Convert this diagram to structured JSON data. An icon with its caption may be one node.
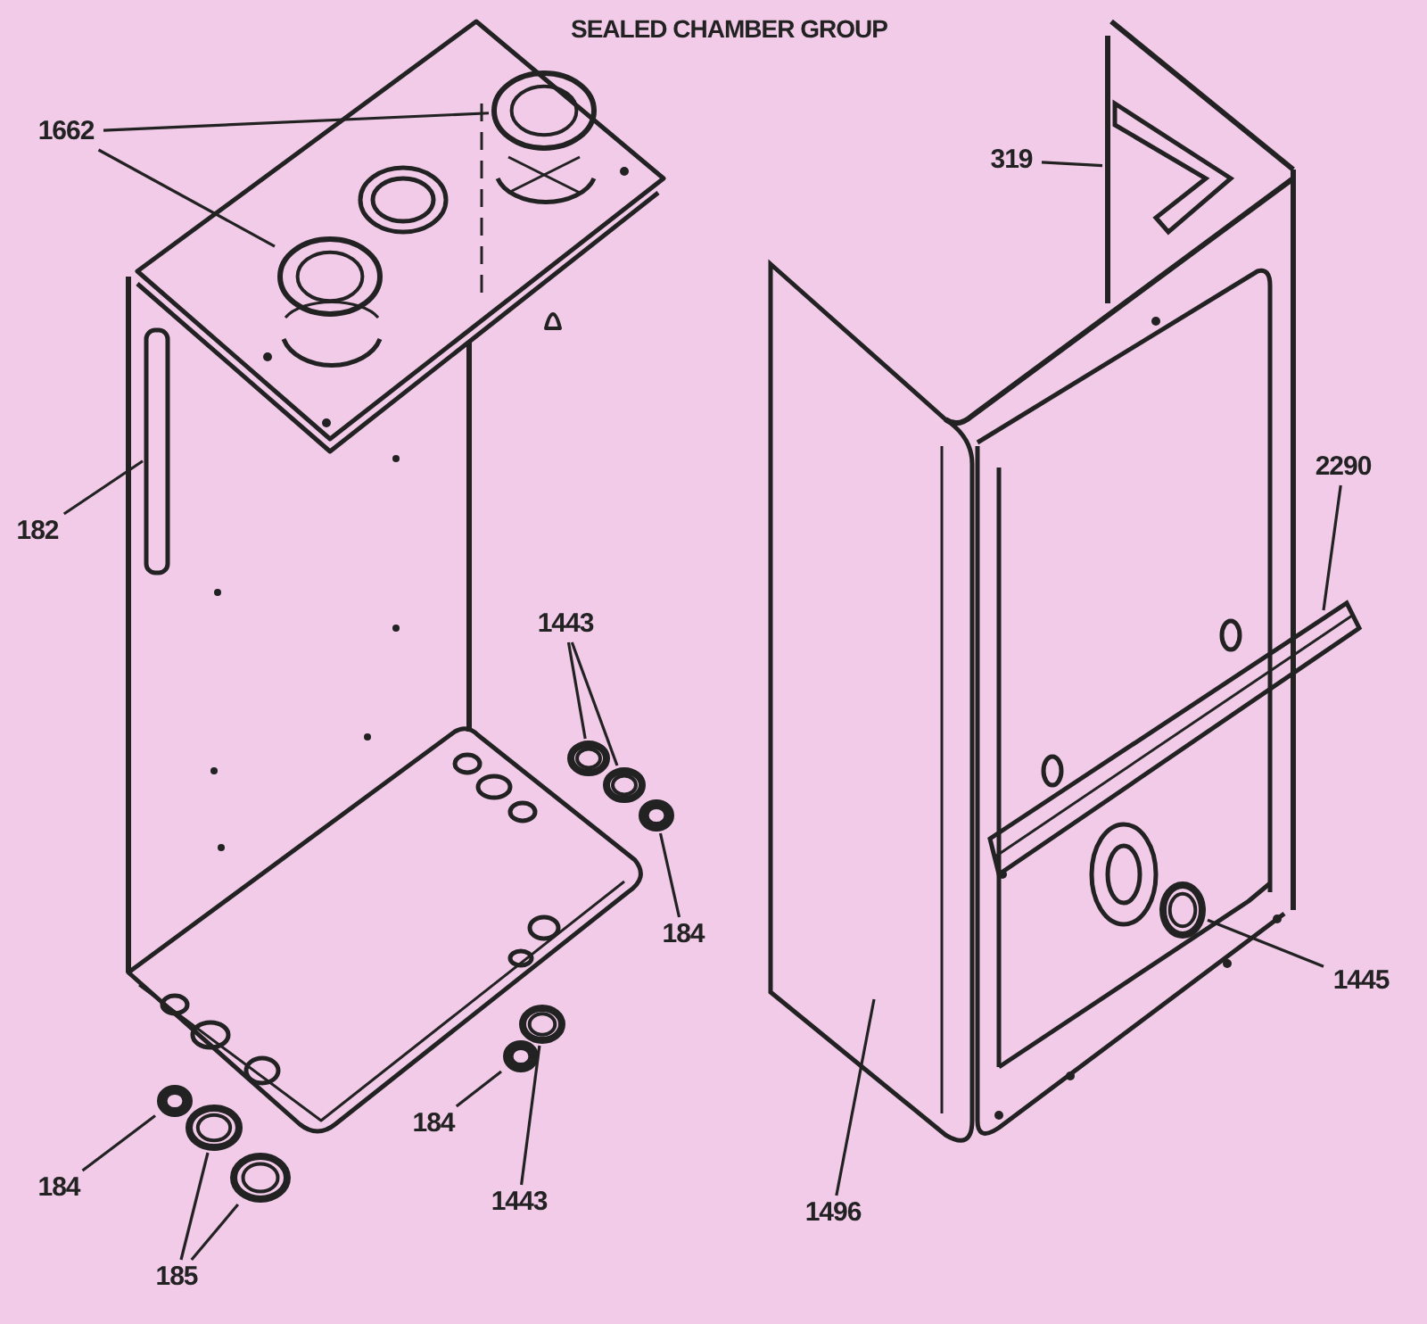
{
  "diagram": {
    "title": "SEALED CHAMBER GROUP",
    "nodes": [
      {
        "text": [
          "1662"
        ]
      },
      {
        "text": [],
        "shape": "circle"
      },
      {
        "text": [],
        "shape": "circle"
      },
      {
        "text": [
          "319"
        ]
      },
      {
        "text": [],
        "shape": "bar"
      },
      {
        "text": [
          "182"
        ]
      },
      {
        "text": [],
        "shape": "bar"
      },
      {
        "text": [
          "2290"
        ]
      },
      {
        "text": [],
        "shape": "bar"
      },
      {
        "text": [
          "1443"
        ]
      },
      {
        "text": [],
        "shape": "circle"
      },
      {
        "text": [],
        "shape": "circle"
      },
      {
        "text": [
          "184"
        ]
      },
      {
        "text": [],
        "shape": "circle"
      },
      {
        "text": [
          "1445"
        ]
      },
      {
        "text": [],
        "shape": "circle"
      },
      {
        "text": [
          "184"
        ]
      },
      {
        "text": [],
        "shape": "circle"
      },
      {
        "text": [
          "1443"
        ]
      },
      {
        "text": [],
        "shape": "circle"
      },
      {
        "text": [
          "184"
        ]
      },
      {
        "text": [],
        "shape": "circle"
      },
      {
        "text": [
          "185"
        ]
      },
      {
        "text": [],
        "shape": "circle"
      },
      {
        "text": [],
        "shape": "circle"
      },
      {
        "text": [
          "1496"
        ]
      },
      {
        "text": [],
        "shape": "box"
      }
    ],
    "edges": [
      {
        "from": 0,
        "to": 1,
        "arrow": "none"
      },
      {
        "from": 0,
        "to": 2,
        "arrow": "none"
      },
      {
        "from": 3,
        "to": 4,
        "arrow": "none"
      },
      {
        "from": 5,
        "to": 6,
        "arrow": "none"
      },
      {
        "from": 7,
        "to": 8,
        "arrow": "none"
      },
      {
        "from": 9,
        "to": 10,
        "arrow": "none"
      },
      {
        "from": 9,
        "to": 11,
        "arrow": "none"
      },
      {
        "from": 12,
        "to": 13,
        "arrow": "none"
      },
      {
        "from": 14,
        "to": 15,
        "arrow": "none"
      },
      {
        "from": 16,
        "to": 17,
        "arrow": "none"
      },
      {
        "from": 18,
        "to": 19,
        "arrow": "none"
      },
      {
        "from": 20,
        "to": 21,
        "arrow": "none"
      },
      {
        "from": 22,
        "to": 23,
        "arrow": "none"
      },
      {
        "from": 22,
        "to": 24,
        "arrow": "none"
      },
      {
        "from": 25,
        "to": 26,
        "arrow": "none"
      }
    ]
  }
}
